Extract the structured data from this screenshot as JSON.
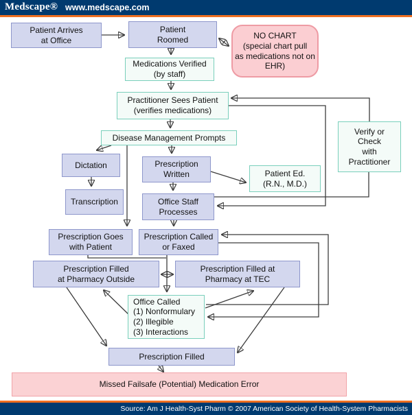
{
  "header": {
    "logo": "Medscape®",
    "url": "www.medscape.com"
  },
  "footer": {
    "source": "Source: Am J Health-Syst Pharm © 2007 American Society of Health-System Pharmacists"
  },
  "colors": {
    "banner_navy": "#003a6f",
    "banner_orange": "#ef6f20",
    "node_lavender_fill": "#d3d7ee",
    "node_lavender_border": "#8d96cb",
    "node_teal_fill": "#f4fbf8",
    "node_teal_border": "#79cfbb",
    "node_pink_fill": "#fbced2",
    "node_pink_border": "#ee9ba4",
    "arrow": "#3c3c3c"
  },
  "flowchart": {
    "nodes": {
      "patient_arrives": {
        "label": "Patient Arrives\nat Office",
        "style": "lavender"
      },
      "patient_roomed": {
        "label": "Patient\nRoomed",
        "style": "lavender"
      },
      "no_chart": {
        "label": "NO CHART\n(special chart pull\nas medications not on\nEHR)",
        "style": "pink-rounded"
      },
      "medications_verified": {
        "label": "Medications Verified\n(by staff)",
        "style": "teal"
      },
      "practitioner_sees_patient": {
        "label": "Practitioner Sees Patient\n(verifies medications)",
        "style": "teal"
      },
      "disease_management_prompts": {
        "label": "Disease Management Prompts",
        "style": "teal"
      },
      "dictation": {
        "label": "Dictation",
        "style": "lavender"
      },
      "transcription": {
        "label": "Transcription",
        "style": "lavender"
      },
      "prescription_written": {
        "label": "Prescription\nWritten",
        "style": "lavender"
      },
      "office_staff_processes": {
        "label": "Office Staff\nProcesses",
        "style": "lavender"
      },
      "patient_ed": {
        "label": "Patient Ed.\n(R.N., M.D.)",
        "style": "teal"
      },
      "verify_or_check": {
        "label": "Verify or\nCheck\nwith\nPractitioner",
        "style": "teal"
      },
      "prescription_goes_with_patient": {
        "label": "Prescription Goes\nwith Patient",
        "style": "lavender"
      },
      "prescription_called_or_faxed": {
        "label": "Prescription Called\nor Faxed",
        "style": "lavender"
      },
      "prescription_filled_outside": {
        "label": "Prescription Filled\nat Pharmacy Outside",
        "style": "lavender"
      },
      "prescription_filled_tec": {
        "label": "Prescription Filled at\nPharmacy at TEC",
        "style": "lavender"
      },
      "office_called": {
        "label": "Office Called\n(1) Nonformulary\n(2) Illegible\n(3) Interactions",
        "style": "teal"
      },
      "prescription_filled": {
        "label": "Prescription Filled",
        "style": "lavender"
      },
      "missed_failsafe": {
        "label": "Missed Failsafe (Potential) Medication Error",
        "style": "pink-band"
      }
    },
    "edges": [
      {
        "from": "patient_arrives",
        "to": "patient_roomed"
      },
      {
        "from": "patient_roomed",
        "to": "no_chart",
        "bidirectional": true
      },
      {
        "from": "patient_roomed",
        "to": "medications_verified"
      },
      {
        "from": "medications_verified",
        "to": "practitioner_sees_patient"
      },
      {
        "from": "practitioner_sees_patient",
        "to": "disease_management_prompts"
      },
      {
        "from": "disease_management_prompts",
        "to": "dictation"
      },
      {
        "from": "disease_management_prompts",
        "to": "prescription_written"
      },
      {
        "from": "disease_management_prompts",
        "to": "prescription_goes_with_patient"
      },
      {
        "from": "dictation",
        "to": "transcription"
      },
      {
        "from": "prescription_written",
        "to": "office_staff_processes"
      },
      {
        "from": "prescription_written",
        "to": "patient_ed"
      },
      {
        "from": "office_staff_processes",
        "to": "prescription_called_or_faxed"
      },
      {
        "from": "office_staff_processes",
        "to": "verify_or_check"
      },
      {
        "from": "verify_or_check",
        "to": "practitioner_sees_patient"
      },
      {
        "from": "practitioner_sees_patient",
        "to": "office_staff_processes"
      },
      {
        "from": "prescription_goes_with_patient",
        "to": "office_called"
      },
      {
        "from": "prescription_called_or_faxed",
        "to": "office_called"
      },
      {
        "from": "prescription_filled_outside",
        "to": "prescription_filled_tec",
        "bidirectional": true
      },
      {
        "from": "office_called",
        "to": "prescription_filled_outside"
      },
      {
        "from": "office_called",
        "to": "prescription_filled_tec"
      },
      {
        "from": "office_called",
        "to": "prescription_called_or_faxed"
      },
      {
        "from": "prescription_filled_outside",
        "to": "prescription_filled"
      },
      {
        "from": "prescription_filled_tec",
        "to": "prescription_filled"
      },
      {
        "from": "prescription_filled",
        "to": "missed_failsafe"
      }
    ]
  }
}
